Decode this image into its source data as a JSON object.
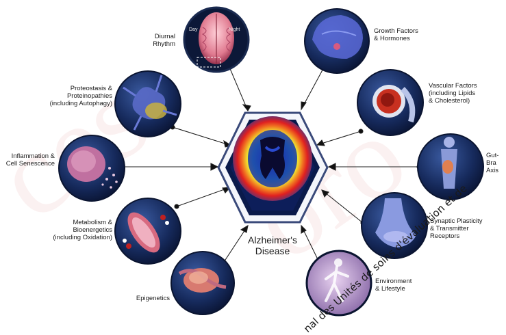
{
  "center": {
    "title": "Alzheimer's Disease"
  },
  "nodes": [
    {
      "id": "diurnal",
      "label": "Diurnal\nRhythm",
      "sub": {
        "day": "Day",
        "night": "Night"
      }
    },
    {
      "id": "proteostasis",
      "label": "Proteostasis &\nProteinopathies\n(including Autophagy)"
    },
    {
      "id": "inflammation",
      "label": "Inflammation &\nCell Senescence"
    },
    {
      "id": "metabolism",
      "label": "Metabolism &\nBioenergetics\n(including Oxidation)"
    },
    {
      "id": "epigenetics",
      "label": "Epigenetics"
    },
    {
      "id": "environment",
      "label": "Environment\n& Lifestyle"
    },
    {
      "id": "synaptic",
      "label": "Synaptic Plasticity\n& Transmitter\nReceptors"
    },
    {
      "id": "gutbrain",
      "label": "Gut-Bra\nAxis"
    },
    {
      "id": "vascular",
      "label": "Vascular Factors\n(including Lipids\n& Cholesterol)"
    },
    {
      "id": "growth",
      "label": "Growth Factors\n& Hormones"
    }
  ],
  "watermark": {
    "line1": "nal des Unités de soins d'évaluation et de",
    "bg1": "ces",
    "bg2": "oro"
  }
}
